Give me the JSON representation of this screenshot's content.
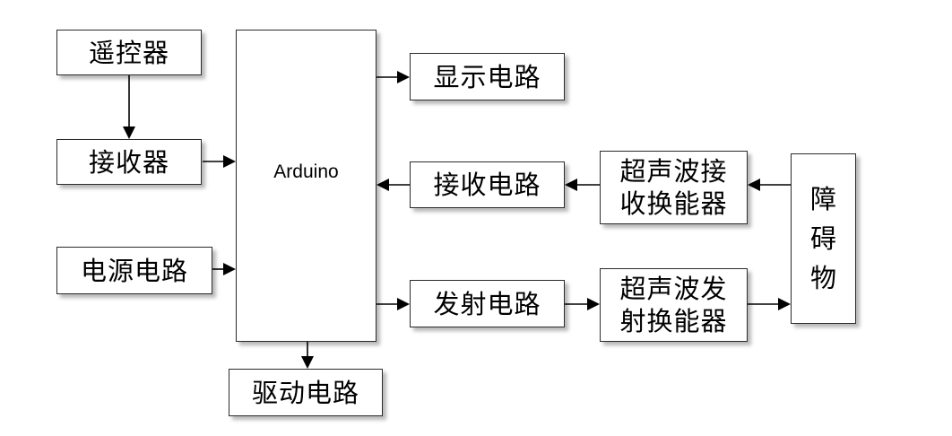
{
  "diagram": {
    "nodes": {
      "remote": "遥控器",
      "receiver": "接收器",
      "power": "电源电路",
      "arduino": "Arduino",
      "display": "显示电路",
      "recv_circuit": "接收电路",
      "us_receiver": "超声波接\n收换能器",
      "obstacle": "障碍物",
      "transmit_circuit": "发射电路",
      "us_transmitter": "超声波发\n射换能器",
      "driver": "驱动电路"
    },
    "edges": [
      {
        "from": "remote",
        "to": "receiver"
      },
      {
        "from": "receiver",
        "to": "arduino"
      },
      {
        "from": "power",
        "to": "arduino"
      },
      {
        "from": "arduino",
        "to": "display"
      },
      {
        "from": "recv_circuit",
        "to": "arduino"
      },
      {
        "from": "us_receiver",
        "to": "recv_circuit"
      },
      {
        "from": "obstacle",
        "to": "us_receiver"
      },
      {
        "from": "arduino",
        "to": "transmit_circuit"
      },
      {
        "from": "transmit_circuit",
        "to": "us_transmitter"
      },
      {
        "from": "us_transmitter",
        "to": "obstacle"
      },
      {
        "from": "arduino",
        "to": "driver"
      }
    ]
  }
}
